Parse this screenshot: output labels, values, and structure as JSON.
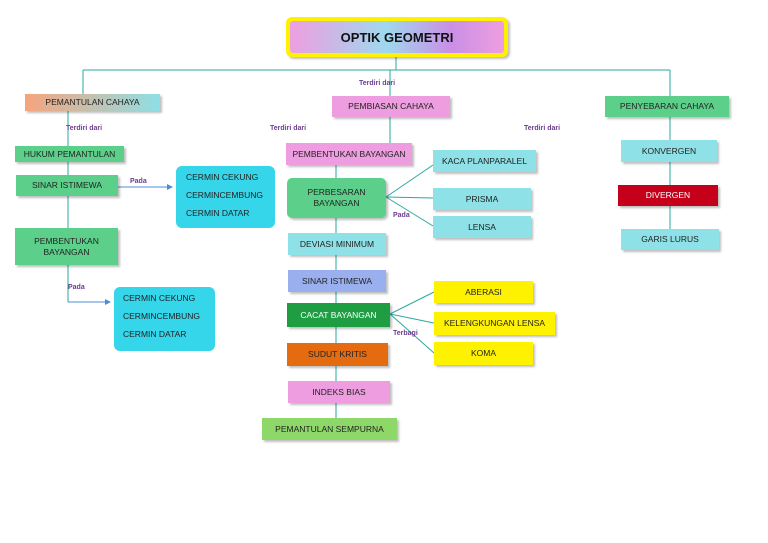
{
  "title": "OPTIK GEOMETRI",
  "labels": {
    "terdiri_top": "Terdiri dari",
    "terdiri_left": "Terdiri dari",
    "terdiri_mid": "Terdiri dari",
    "terdiri_right": "Terdiri dari",
    "pada_1": "Pada",
    "pada_2": "Pada",
    "pada_3": "Pada",
    "terbagi": "Terbagi"
  },
  "branches": {
    "pemantulan": "PEMANTULAN CAHAYA",
    "pembiasan": "PEMBIASAN CAHAYA",
    "penyebaran": "PENYEBARAN CAHAYA"
  },
  "left": {
    "hukum": "HUKUM PEMANTULAN",
    "sinar": "SINAR ISTIMEWA",
    "pembentukan": "PEMBENTUKAN BAYANGAN",
    "list1": [
      "CERMIN CEKUNG",
      "CERMINCEMBUNG",
      "CERMIN DATAR"
    ],
    "list2": [
      "CERMIN CEKUNG",
      "CERMINCEMBUNG",
      "CERMIN DATAR"
    ]
  },
  "middle": {
    "pembentukan": "PEMBENTUKAN BAYANGAN",
    "perbesaran": "PERBESARAN BAYANGAN",
    "deviasi": "DEVIASI MINIMUM",
    "sinar": "SINAR ISTIMEWA",
    "cacat": "CACAT BAYANGAN",
    "sudut": "SUDUT KRITIS",
    "indeks": "INDEKS BIAS",
    "pemantulan_sempurna": "PEMANTULAN  SEMPURNA",
    "kaca": "KACA PLANPARALEL",
    "prisma": "PRISMA",
    "lensa": "LENSA",
    "aberasi": "ABERASI",
    "kelengkungan": "KELENGKUNGAN LENSA",
    "koma": "KOMA"
  },
  "right": {
    "konvergen": "KONVERGEN",
    "divergen": "DIVERGEN",
    "garis": "GARIS LURUS"
  },
  "colors": {
    "line": "#2aa9a0",
    "arrow": "#4a8fd6",
    "pink": "#ee9ee0",
    "green": "#5cd08a",
    "cyan": "#35d6ea",
    "lightcyan": "#8ee1e6",
    "yellow": "#fff200",
    "red": "#c4001a",
    "orange": "#e56b10",
    "periwinkle": "#9ab0ee",
    "lime": "#8ed86a",
    "label": "#6b3c8f"
  }
}
